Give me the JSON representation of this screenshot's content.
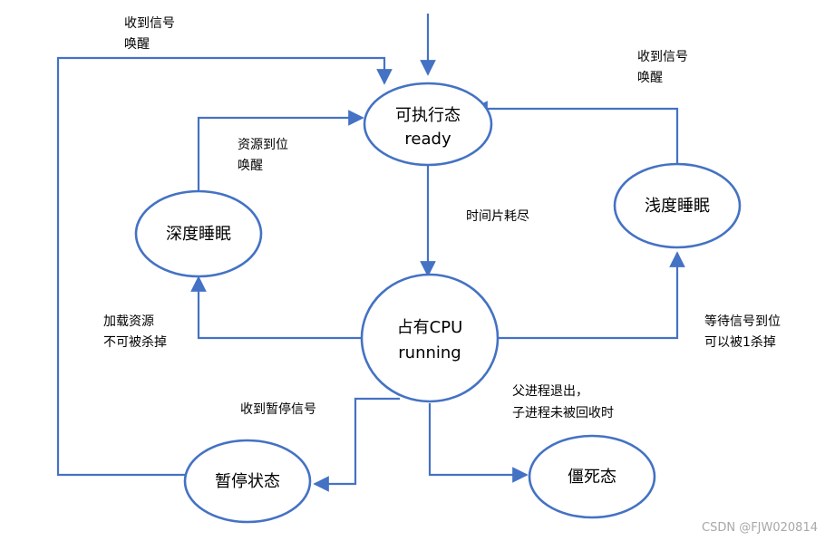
{
  "nodes": {
    "ready": {
      "line1": "可执行态",
      "line2": "ready"
    },
    "running": {
      "line1": "占有CPU",
      "line2": "running"
    },
    "deep_sleep": {
      "label": "深度睡眠"
    },
    "light_sleep": {
      "label": "浅度睡眠"
    },
    "paused": {
      "label": "暂停状态"
    },
    "zombie": {
      "label": "僵死态"
    }
  },
  "edges": {
    "paused_to_ready": {
      "line1": "收到信号",
      "line2": "唤醒"
    },
    "light_to_ready": {
      "line1": "收到信号",
      "line2": "唤醒"
    },
    "deep_to_ready": {
      "line1": "资源到位",
      "line2": "唤醒"
    },
    "ready_to_running": {
      "line1": "时间片耗尽"
    },
    "running_to_deep": {
      "line1": "加载资源",
      "line2": "不可被杀掉"
    },
    "running_to_light": {
      "line1": "等待信号到位",
      "line2": "可以被1杀掉"
    },
    "running_to_paused": {
      "line1": "收到暂停信号"
    },
    "running_to_zombie": {
      "line1": "父进程退出，",
      "line2": "子进程未被回收时"
    }
  },
  "watermark": "CSDN @FJW020814",
  "colors": {
    "stroke": "#4472C4",
    "fill": "#ffffff",
    "text": "#000000"
  }
}
